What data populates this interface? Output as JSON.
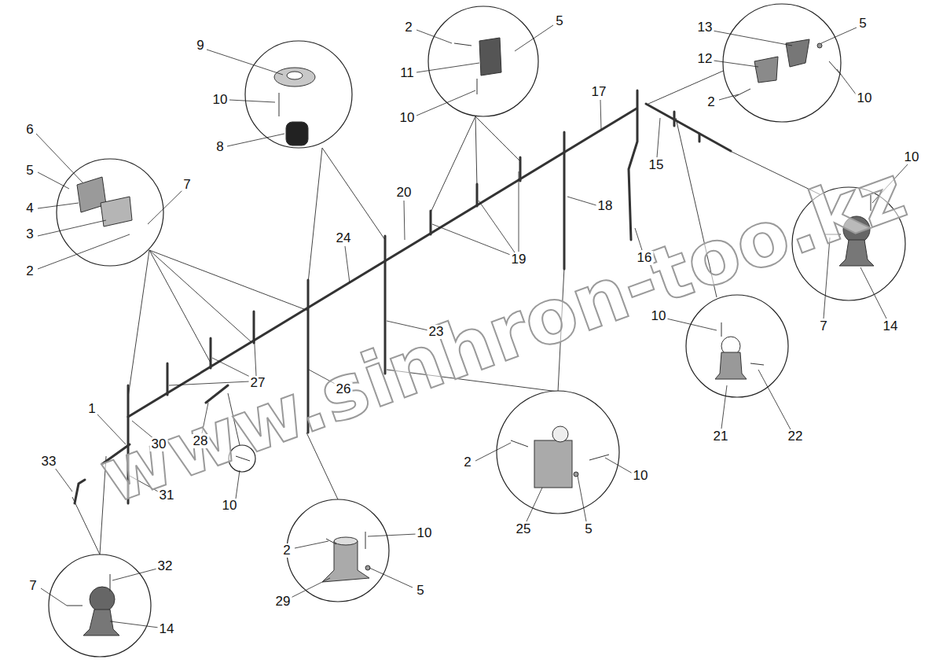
{
  "diagram": {
    "labels": [
      "6",
      "5",
      "4",
      "3",
      "2",
      "7",
      "9",
      "10",
      "8",
      "2",
      "5",
      "11",
      "10",
      "17",
      "13",
      "5",
      "12",
      "2",
      "10",
      "15",
      "20",
      "18",
      "24",
      "16",
      "19",
      "10",
      "7",
      "14",
      "23",
      "10",
      "21",
      "22",
      "27",
      "26",
      "1",
      "30",
      "28",
      "31",
      "10",
      "33",
      "2",
      "10",
      "25",
      "5",
      "2",
      "10",
      "29",
      "5",
      "32",
      "7",
      "14",
      "www.sinhron-too.kz"
    ]
  }
}
